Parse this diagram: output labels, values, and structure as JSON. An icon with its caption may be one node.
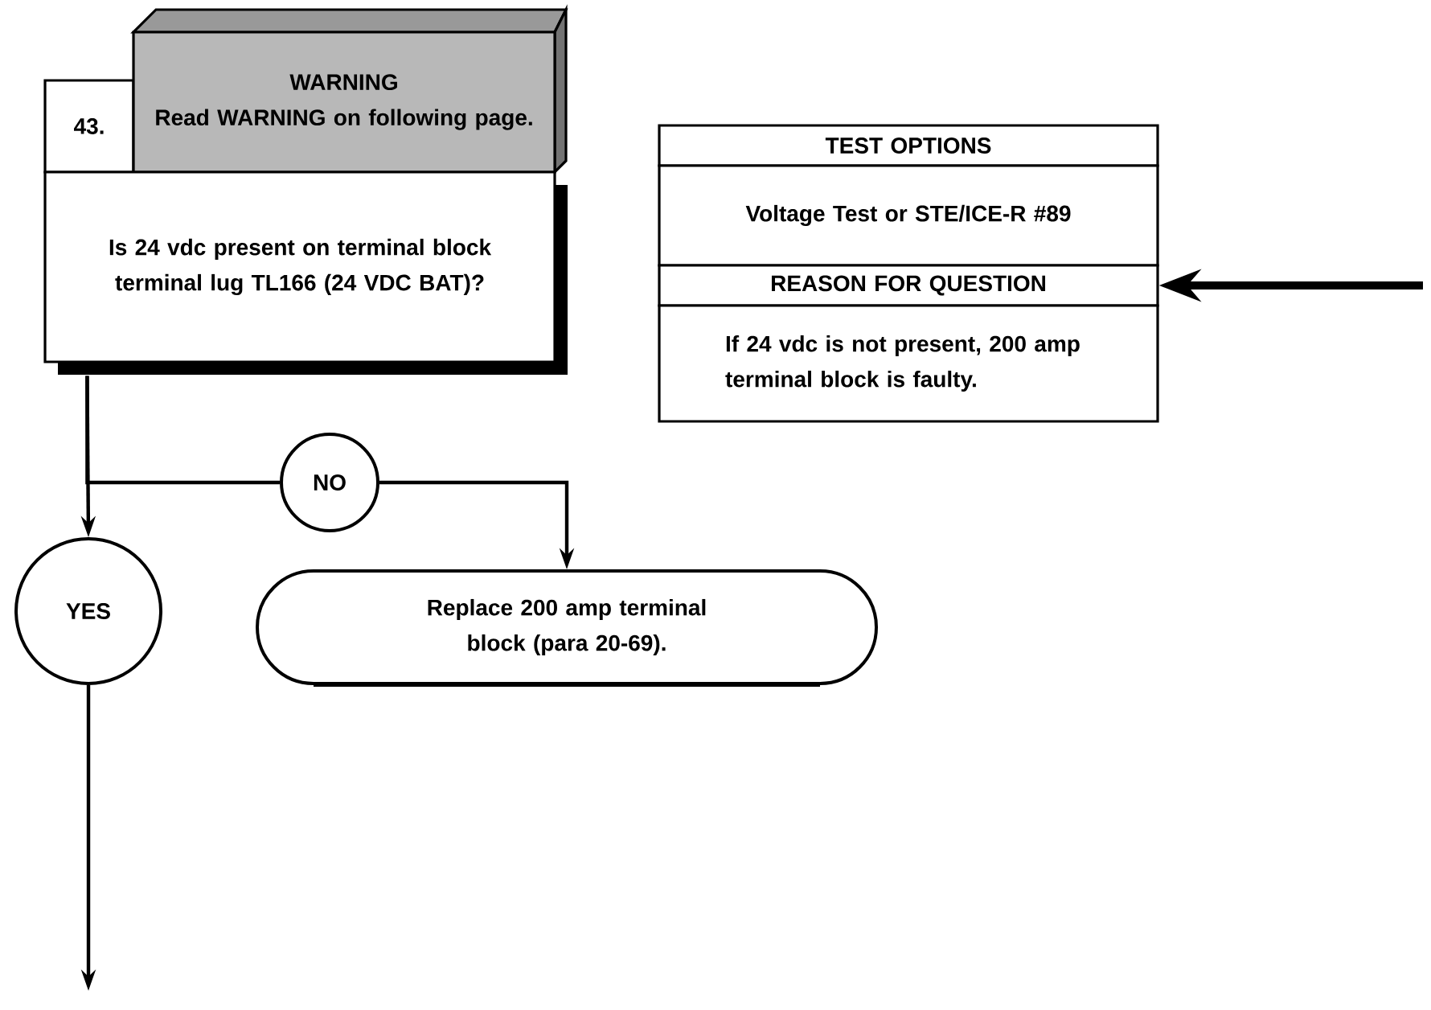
{
  "diagram": {
    "nodes": [
      {
        "text": [
          "43."
        ]
      },
      {
        "text": [
          "WARNING",
          "Read WARNING on following page."
        ]
      },
      {
        "text": [
          "Is 24 vdc present on terminal block terminal lug TL166 (24 VDC BAT)?"
        ]
      },
      {
        "text": [
          "NO"
        ]
      },
      {
        "text": [
          "YES"
        ]
      },
      {
        "text": [
          "Replace 200 amp terminal block (para 20-69)."
        ]
      },
      {
        "text": [
          "TEST OPTIONS"
        ]
      },
      {
        "text": [
          "Voltage Test or STE/ICE-R #89"
        ]
      },
      {
        "text": [
          "REASON FOR QUESTION"
        ]
      },
      {
        "text": [
          "If 24 vdc is not present, 200 amp terminal block is faulty."
        ]
      }
    ],
    "edges": [
      {
        "from": 2,
        "to": 4,
        "arrow": "to"
      },
      {
        "from": 2,
        "to": 3,
        "arrow": "none"
      },
      {
        "from": 3,
        "to": 5,
        "arrow": "to"
      },
      {
        "from": 4,
        "to": null,
        "arrow": "to"
      },
      {
        "from": null,
        "to": 8,
        "arrow": "to",
        "style": "thick"
      }
    ]
  }
}
